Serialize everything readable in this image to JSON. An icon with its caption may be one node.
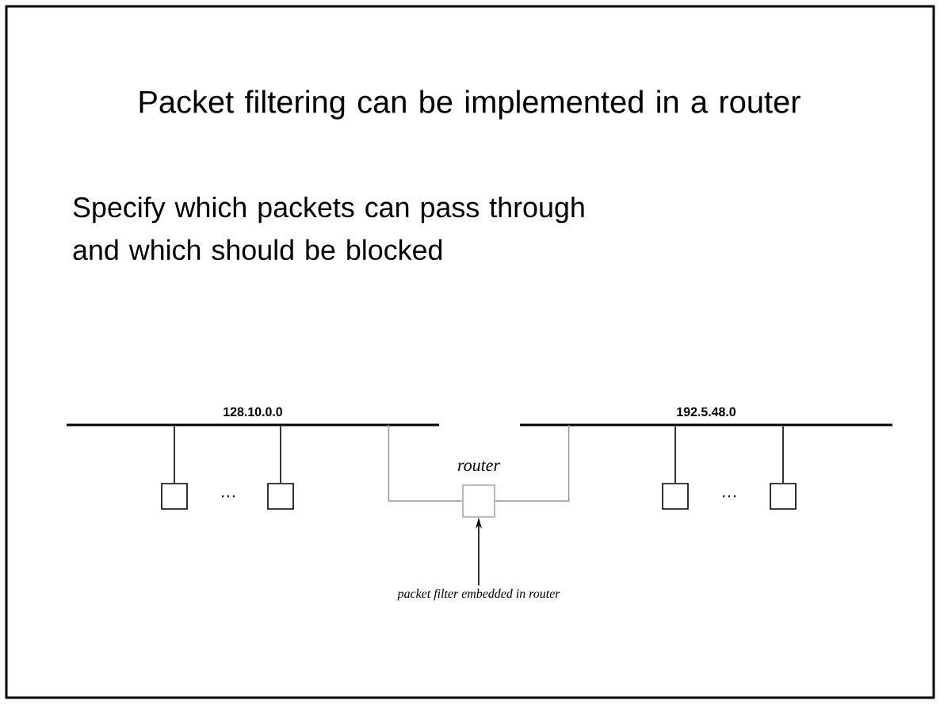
{
  "diagram": {
    "title": "Packet filtering can be implemented in a router",
    "nodes": [
      {
        "text": [
          "128.10.0.0"
        ]
      },
      {
        "text": [
          "192.5.48.0"
        ]
      },
      {
        "text": [],
        "shape": "box"
      },
      {
        "text": [],
        "shape": "box"
      },
      {
        "text": [
          "router"
        ]
      },
      {
        "text": [],
        "shape": "box"
      },
      {
        "text": [],
        "shape": "box"
      },
      {
        "text": [
          "packet filter embedded in router"
        ]
      }
    ],
    "edges": [
      {
        "from": 0,
        "to": 2,
        "arrow": "none"
      },
      {
        "from": 0,
        "to": 3,
        "arrow": "none"
      },
      {
        "from": 0,
        "to": 4,
        "arrow": "none",
        "color": "#999999"
      },
      {
        "from": 4,
        "to": 1,
        "arrow": "none",
        "color": "#999999"
      },
      {
        "from": 1,
        "to": 5,
        "arrow": "none"
      },
      {
        "from": 1,
        "to": 6,
        "arrow": "none"
      },
      {
        "from": 7,
        "to": 4,
        "arrow": "to"
      }
    ],
    "labels": [
      "Specify which packets can pass through and which should be blocked",
      "…",
      "…"
    ]
  }
}
